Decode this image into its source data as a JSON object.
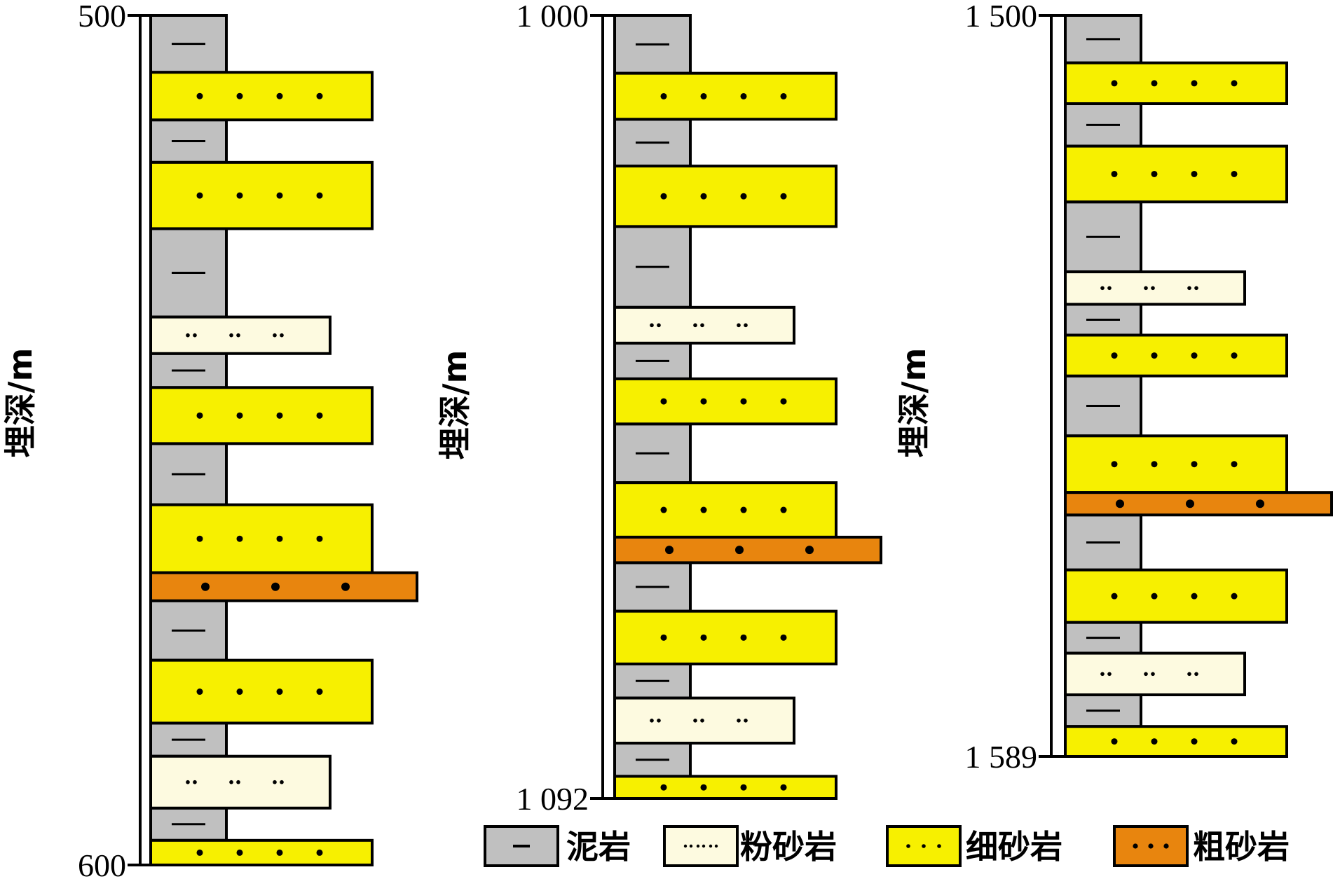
{
  "colors": {
    "mudstone": "#c0c0c0",
    "siltstone": "#fdfae0",
    "fine_sandstone": "#f7f000",
    "coarse_sandstone": "#e8850e",
    "outline": "#000000"
  },
  "lithology": {
    "mudstone": "泥岩",
    "siltstone": "粉砂岩",
    "fine_sandstone": "细砂岩",
    "coarse_sandstone": "粗砂岩"
  },
  "legend": [
    {
      "type": "mudstone",
      "label": "泥岩"
    },
    {
      "type": "siltstone",
      "label": "粉砂岩"
    },
    {
      "type": "fine_sandstone",
      "label": "细砂岩"
    },
    {
      "type": "coarse_sandstone",
      "label": "粗砂岩"
    }
  ],
  "columns": [
    {
      "axis_title": "埋深/m",
      "top_label": "500",
      "bottom_label": "600",
      "depth_range": [
        500,
        600
      ],
      "layers": [
        {
          "type": "mudstone",
          "top": 500.0,
          "bottom": 506.7
        },
        {
          "type": "fine_sandstone",
          "top": 506.7,
          "bottom": 512.3
        },
        {
          "type": "mudstone",
          "top": 512.3,
          "bottom": 517.3
        },
        {
          "type": "fine_sandstone",
          "top": 517.3,
          "bottom": 525.1
        },
        {
          "type": "mudstone",
          "top": 525.1,
          "bottom": 535.5
        },
        {
          "type": "siltstone",
          "top": 535.5,
          "bottom": 539.8
        },
        {
          "type": "mudstone",
          "top": 539.8,
          "bottom": 543.8
        },
        {
          "type": "fine_sandstone",
          "top": 543.8,
          "bottom": 550.4
        },
        {
          "type": "mudstone",
          "top": 550.4,
          "bottom": 557.6
        },
        {
          "type": "fine_sandstone",
          "top": 557.6,
          "bottom": 565.6
        },
        {
          "type": "coarse_sandstone",
          "top": 565.6,
          "bottom": 568.9
        },
        {
          "type": "mudstone",
          "top": 568.9,
          "bottom": 575.9
        },
        {
          "type": "fine_sandstone",
          "top": 575.9,
          "bottom": 583.3
        },
        {
          "type": "mudstone",
          "top": 583.3,
          "bottom": 587.2
        },
        {
          "type": "siltstone",
          "top": 587.2,
          "bottom": 593.3
        },
        {
          "type": "mudstone",
          "top": 593.3,
          "bottom": 597.1
        },
        {
          "type": "fine_sandstone",
          "top": 597.1,
          "bottom": 600.0
        }
      ]
    },
    {
      "axis_title": "埋深/m",
      "top_label": "1 000",
      "bottom_label": "1 092",
      "depth_range": [
        1000,
        1092
      ],
      "layers": [
        {
          "type": "mudstone",
          "top": 1000.0,
          "bottom": 1006.8
        },
        {
          "type": "fine_sandstone",
          "top": 1006.8,
          "bottom": 1012.2
        },
        {
          "type": "mudstone",
          "top": 1012.2,
          "bottom": 1017.7
        },
        {
          "type": "fine_sandstone",
          "top": 1017.7,
          "bottom": 1024.8
        },
        {
          "type": "mudstone",
          "top": 1024.8,
          "bottom": 1034.3
        },
        {
          "type": "siltstone",
          "top": 1034.3,
          "bottom": 1038.5
        },
        {
          "type": "mudstone",
          "top": 1038.5,
          "bottom": 1042.7
        },
        {
          "type": "fine_sandstone",
          "top": 1042.7,
          "bottom": 1048.0
        },
        {
          "type": "mudstone",
          "top": 1048.0,
          "bottom": 1054.9
        },
        {
          "type": "fine_sandstone",
          "top": 1054.9,
          "bottom": 1061.3
        },
        {
          "type": "coarse_sandstone",
          "top": 1061.3,
          "bottom": 1064.3
        },
        {
          "type": "mudstone",
          "top": 1064.3,
          "bottom": 1070.0
        },
        {
          "type": "fine_sandstone",
          "top": 1070.0,
          "bottom": 1076.2
        },
        {
          "type": "mudstone",
          "top": 1076.2,
          "bottom": 1080.2
        },
        {
          "type": "siltstone",
          "top": 1080.2,
          "bottom": 1085.5
        },
        {
          "type": "mudstone",
          "top": 1085.5,
          "bottom": 1089.4
        },
        {
          "type": "fine_sandstone",
          "top": 1089.4,
          "bottom": 1092.0
        }
      ]
    },
    {
      "axis_title": "埋深/m",
      "top_label": "1 500",
      "bottom_label": "1 589",
      "depth_range": [
        1500,
        1589
      ],
      "layers": [
        {
          "type": "mudstone",
          "top": 1500.0,
          "bottom": 1505.7
        },
        {
          "type": "fine_sandstone",
          "top": 1505.7,
          "bottom": 1510.6
        },
        {
          "type": "mudstone",
          "top": 1510.6,
          "bottom": 1515.7
        },
        {
          "type": "fine_sandstone",
          "top": 1515.7,
          "bottom": 1522.4
        },
        {
          "type": "mudstone",
          "top": 1522.4,
          "bottom": 1530.8
        },
        {
          "type": "siltstone",
          "top": 1530.8,
          "bottom": 1534.7
        },
        {
          "type": "mudstone",
          "top": 1534.7,
          "bottom": 1538.4
        },
        {
          "type": "fine_sandstone",
          "top": 1538.4,
          "bottom": 1543.3
        },
        {
          "type": "mudstone",
          "top": 1543.3,
          "bottom": 1550.5
        },
        {
          "type": "fine_sandstone",
          "top": 1550.5,
          "bottom": 1557.3
        },
        {
          "type": "coarse_sandstone",
          "top": 1557.3,
          "bottom": 1560.0
        },
        {
          "type": "mudstone",
          "top": 1560.0,
          "bottom": 1566.6
        },
        {
          "type": "fine_sandstone",
          "top": 1566.6,
          "bottom": 1572.9
        },
        {
          "type": "mudstone",
          "top": 1572.9,
          "bottom": 1576.6
        },
        {
          "type": "siltstone",
          "top": 1576.6,
          "bottom": 1581.6
        },
        {
          "type": "mudstone",
          "top": 1581.6,
          "bottom": 1585.4
        },
        {
          "type": "fine_sandstone",
          "top": 1585.4,
          "bottom": 1589.0
        }
      ]
    }
  ]
}
